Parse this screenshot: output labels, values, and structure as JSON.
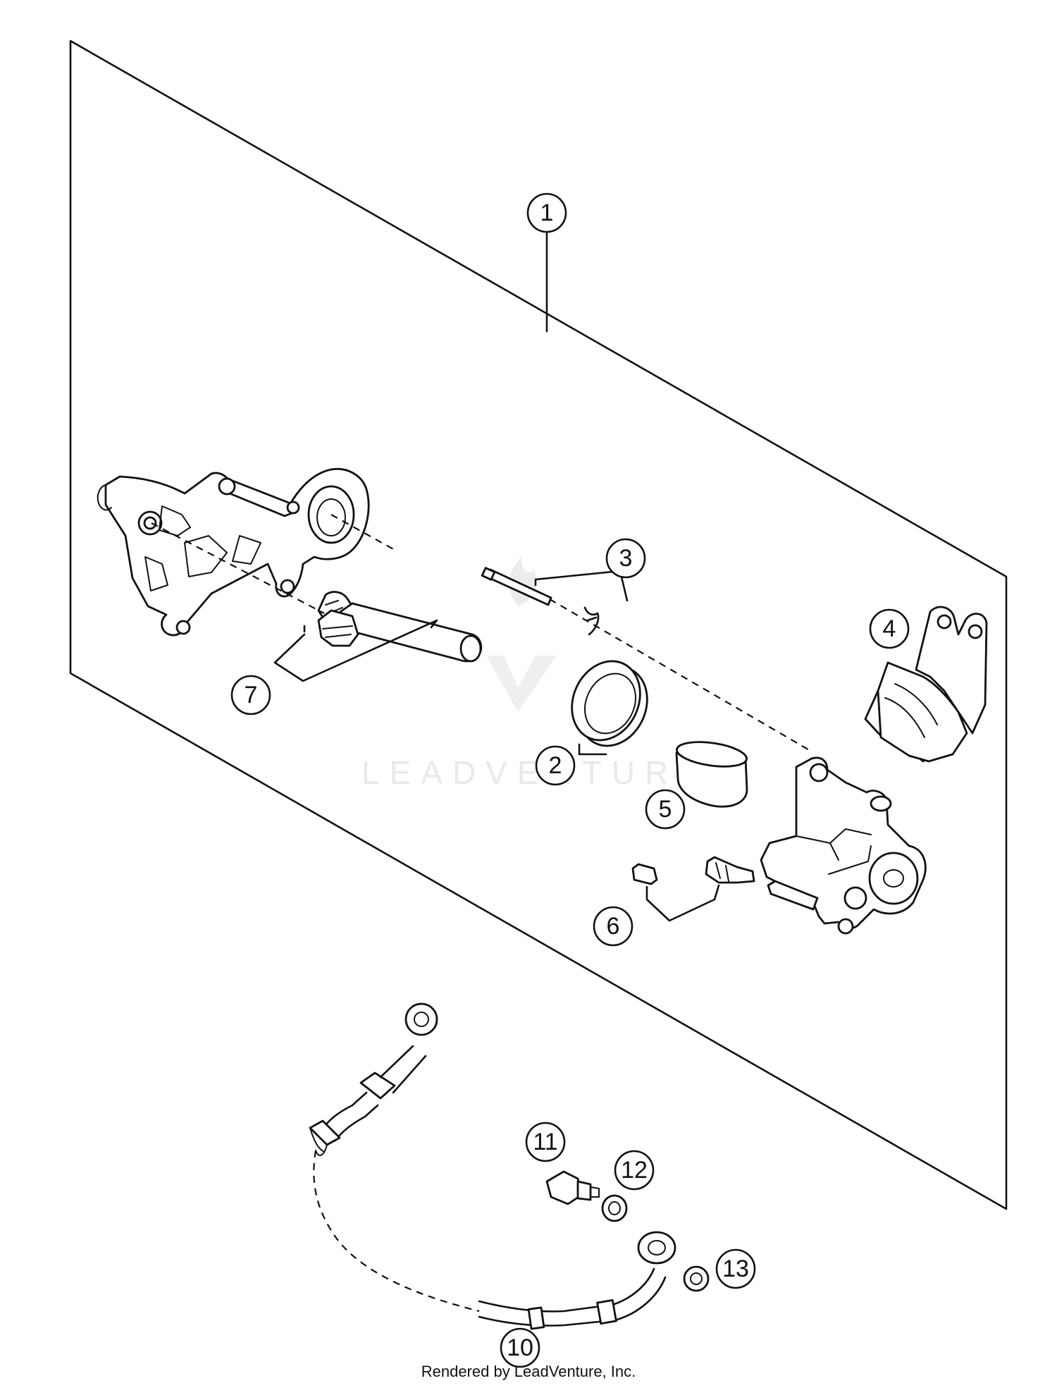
{
  "diagram": {
    "callouts": [
      {
        "id": "1",
        "label": "1"
      },
      {
        "id": "2",
        "label": "2"
      },
      {
        "id": "3",
        "label": "3"
      },
      {
        "id": "4",
        "label": "4"
      },
      {
        "id": "5",
        "label": "5"
      },
      {
        "id": "6",
        "label": "6"
      },
      {
        "id": "7",
        "label": "7"
      },
      {
        "id": "10",
        "label": "10"
      },
      {
        "id": "11",
        "label": "11"
      },
      {
        "id": "12",
        "label": "12"
      },
      {
        "id": "13",
        "label": "13"
      }
    ],
    "watermark": "LEADVENTURE"
  },
  "footer": {
    "credit": "Rendered by LeadVenture, Inc."
  }
}
